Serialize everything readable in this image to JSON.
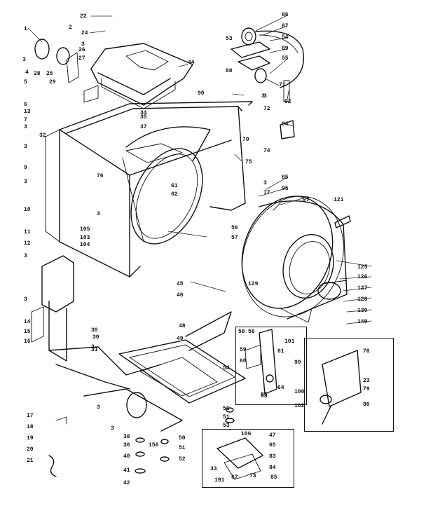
{
  "diagram": {
    "part_labels": [
      "22",
      "24",
      "3",
      "28",
      "26",
      "27",
      "1",
      "2",
      "3",
      "4",
      "25",
      "29",
      "5",
      "6",
      "13",
      "7",
      "3",
      "32",
      "3",
      "9",
      "3",
      "10",
      "11",
      "12",
      "3",
      "3",
      "14",
      "15",
      "16",
      "44",
      "30",
      "31",
      "34",
      "35",
      "37",
      "76",
      "61",
      "62",
      "56",
      "57",
      "90",
      "3",
      "86",
      "87",
      "54",
      "53",
      "88",
      "89",
      "55",
      "71",
      "3",
      "92",
      "72",
      "94",
      "70",
      "74",
      "75",
      "3",
      "77",
      "85",
      "95",
      "97",
      "121",
      "125",
      "126",
      "127",
      "128",
      "129",
      "139",
      "140",
      "101",
      "45",
      "46",
      "48",
      "49",
      "3",
      "3",
      "100",
      "102",
      "58",
      "59",
      "60",
      "61",
      "63",
      "64",
      "96",
      "99",
      "78",
      "23",
      "79",
      "80",
      "30",
      "3",
      "40",
      "41",
      "42",
      "38",
      "36",
      "156",
      "50",
      "51",
      "52",
      "54",
      "56",
      "51",
      "53",
      "17",
      "18",
      "19",
      "20",
      "21",
      "106",
      "47",
      "65",
      "83",
      "84",
      "73",
      "85",
      "67",
      "191",
      "33",
      "105",
      "103",
      "104",
      "3",
      "58"
    ]
  }
}
